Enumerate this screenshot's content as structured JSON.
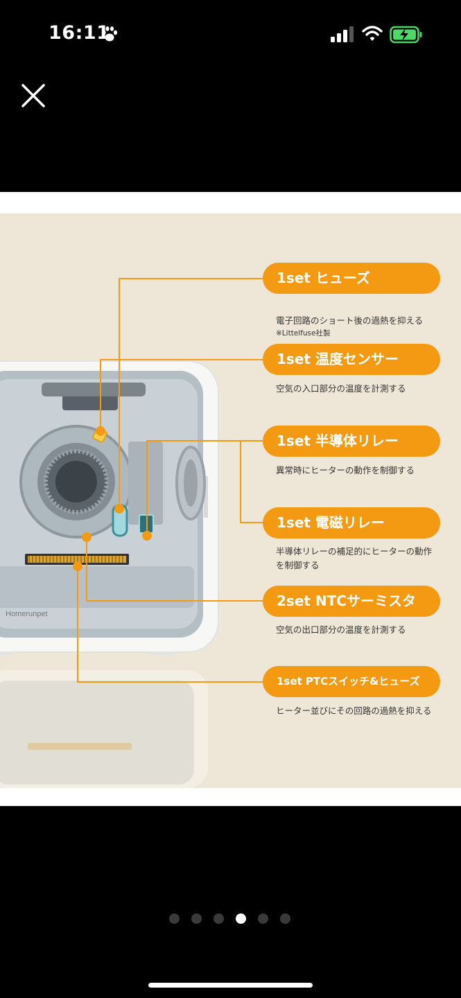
{
  "status_bar": {
    "time": "16:11",
    "icons": [
      "paw-icon",
      "signal-icon",
      "wifi-icon",
      "battery-charging-icon"
    ],
    "battery_color": "#4cd964"
  },
  "viewer": {
    "close_icon": "close-icon",
    "page_count": 6,
    "active_page_index": 3
  },
  "image": {
    "background_color": "#eee7d7",
    "accent_color": "#f39a12",
    "brand": "Homerunpet",
    "callouts": [
      {
        "label": "1set ヒューズ",
        "description": "電子回路のショート後の過熱を抑える",
        "note": "※Littelfuse社製"
      },
      {
        "label": "1set 温度センサー",
        "description": "空気の入口部分の温度を計測する"
      },
      {
        "label": "1set 半導体リレー",
        "description": "異常時にヒーターの動作を制御する"
      },
      {
        "label": "1set 電磁リレー",
        "description": "半導体リレーの補足的にヒーターの動作\nを制御する"
      },
      {
        "label": "2set NTCサーミスタ",
        "description": "空気の出口部分の温度を計測する"
      },
      {
        "label": "1set PTCスイッチ&ヒューズ",
        "description": "ヒーター並びにその回路の過熱を抑える"
      }
    ]
  }
}
